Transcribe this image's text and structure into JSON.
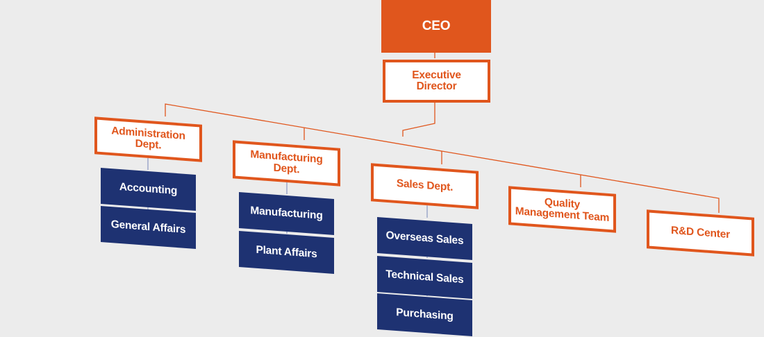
{
  "colors": {
    "orange": "#e0561d",
    "navy": "#1e3272",
    "background": "#ececec",
    "sub_line": "#8a97c2"
  },
  "chart": {
    "ceo": "CEO",
    "executive": [
      "Executive",
      "Director"
    ],
    "departments": [
      {
        "label": [
          "Administration",
          "Dept."
        ],
        "units": [
          "Accounting",
          "General Affairs"
        ]
      },
      {
        "label": [
          "Manufacturing",
          "Dept."
        ],
        "units": [
          "Manufacturing",
          "Plant Affairs"
        ]
      },
      {
        "label": [
          "Sales Dept."
        ],
        "units": [
          "Overseas Sales",
          "Technical Sales",
          "Purchasing"
        ]
      },
      {
        "label": [
          "Quality",
          "Management Team"
        ],
        "units": []
      },
      {
        "label": [
          "R&D Center"
        ],
        "units": []
      }
    ]
  }
}
